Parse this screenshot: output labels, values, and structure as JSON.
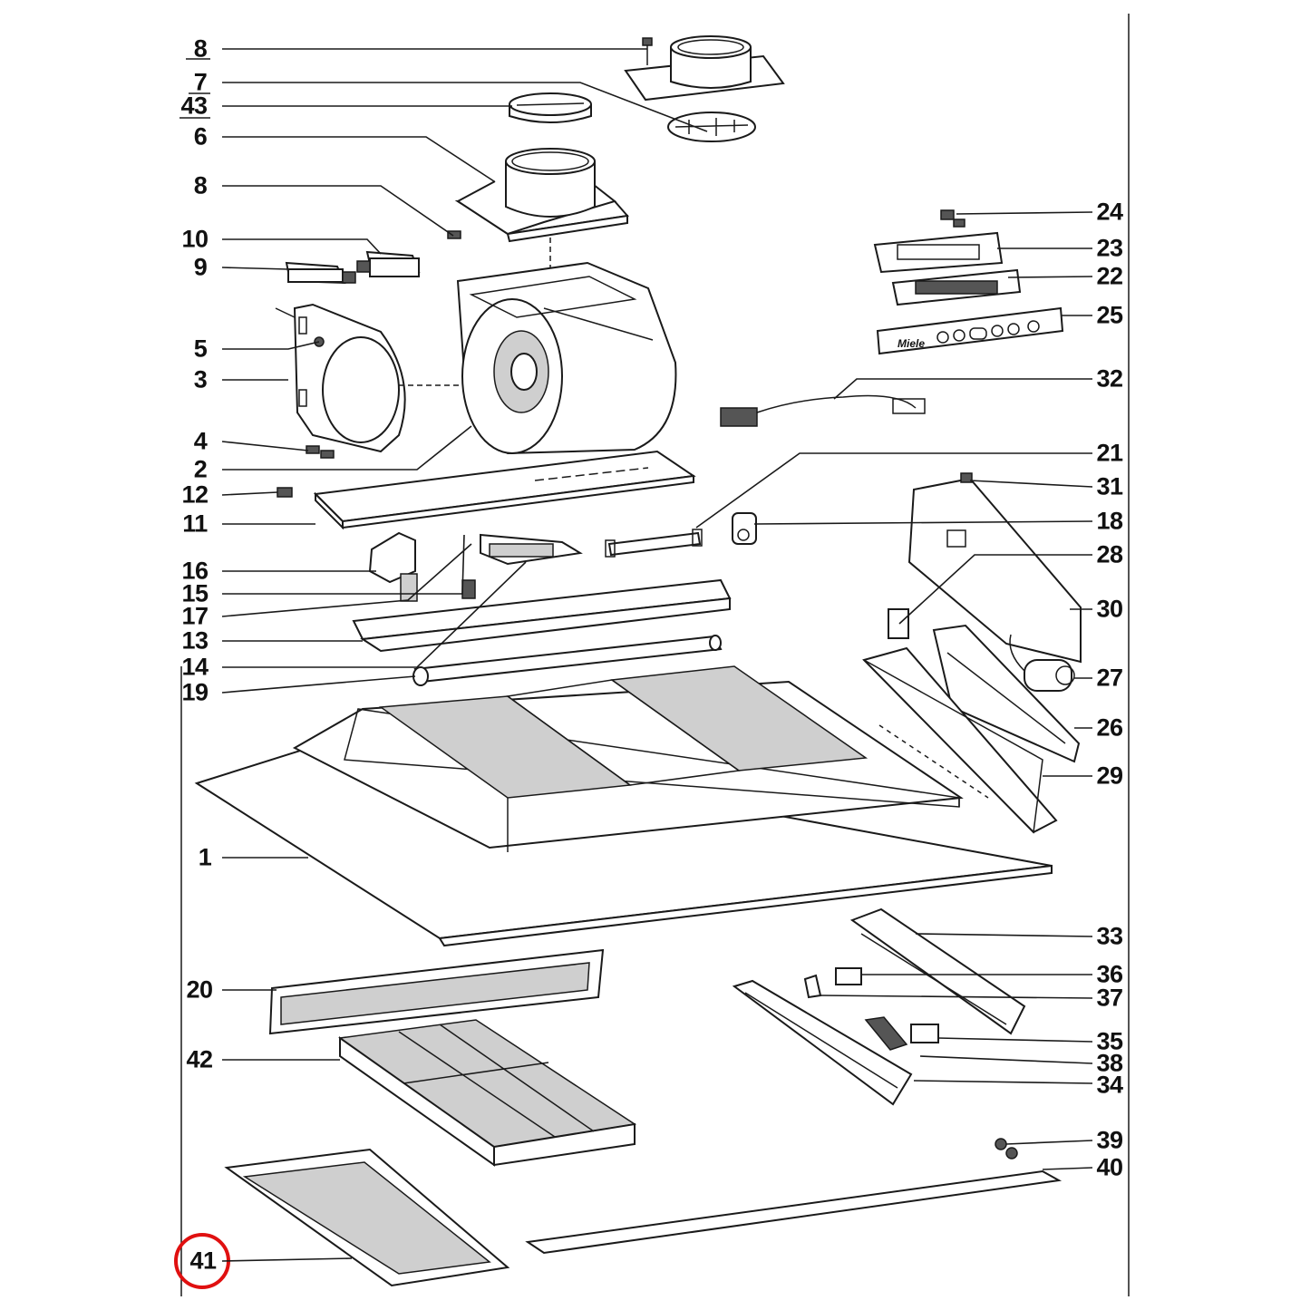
{
  "diagram": {
    "brand_plate_text": "Miele",
    "highlight_color": "#e01010",
    "highlighted_callout": "41",
    "callouts_left": [
      {
        "id": "8a",
        "label": "8"
      },
      {
        "id": "7",
        "label": "7"
      },
      {
        "id": "43",
        "label": "43"
      },
      {
        "id": "6",
        "label": "6"
      },
      {
        "id": "8b",
        "label": "8"
      },
      {
        "id": "10",
        "label": "10"
      },
      {
        "id": "9",
        "label": "9"
      },
      {
        "id": "5",
        "label": "5"
      },
      {
        "id": "3",
        "label": "3"
      },
      {
        "id": "4",
        "label": "4"
      },
      {
        "id": "2",
        "label": "2"
      },
      {
        "id": "12",
        "label": "12"
      },
      {
        "id": "11",
        "label": "11"
      },
      {
        "id": "16",
        "label": "16"
      },
      {
        "id": "15",
        "label": "15"
      },
      {
        "id": "17",
        "label": "17"
      },
      {
        "id": "13",
        "label": "13"
      },
      {
        "id": "14",
        "label": "14"
      },
      {
        "id": "19",
        "label": "19"
      },
      {
        "id": "1",
        "label": "1"
      },
      {
        "id": "20",
        "label": "20"
      },
      {
        "id": "42",
        "label": "42"
      },
      {
        "id": "41",
        "label": "41"
      }
    ],
    "callouts_right": [
      {
        "id": "24",
        "label": "24"
      },
      {
        "id": "23",
        "label": "23"
      },
      {
        "id": "22",
        "label": "22"
      },
      {
        "id": "25",
        "label": "25"
      },
      {
        "id": "32",
        "label": "32"
      },
      {
        "id": "21",
        "label": "21"
      },
      {
        "id": "31",
        "label": "31"
      },
      {
        "id": "18",
        "label": "18"
      },
      {
        "id": "28",
        "label": "28"
      },
      {
        "id": "30",
        "label": "30"
      },
      {
        "id": "27",
        "label": "27"
      },
      {
        "id": "26",
        "label": "26"
      },
      {
        "id": "29",
        "label": "29"
      },
      {
        "id": "33",
        "label": "33"
      },
      {
        "id": "36",
        "label": "36"
      },
      {
        "id": "37",
        "label": "37"
      },
      {
        "id": "35",
        "label": "35"
      },
      {
        "id": "38",
        "label": "38"
      },
      {
        "id": "34",
        "label": "34"
      },
      {
        "id": "39",
        "label": "39"
      },
      {
        "id": "40",
        "label": "40"
      }
    ]
  }
}
